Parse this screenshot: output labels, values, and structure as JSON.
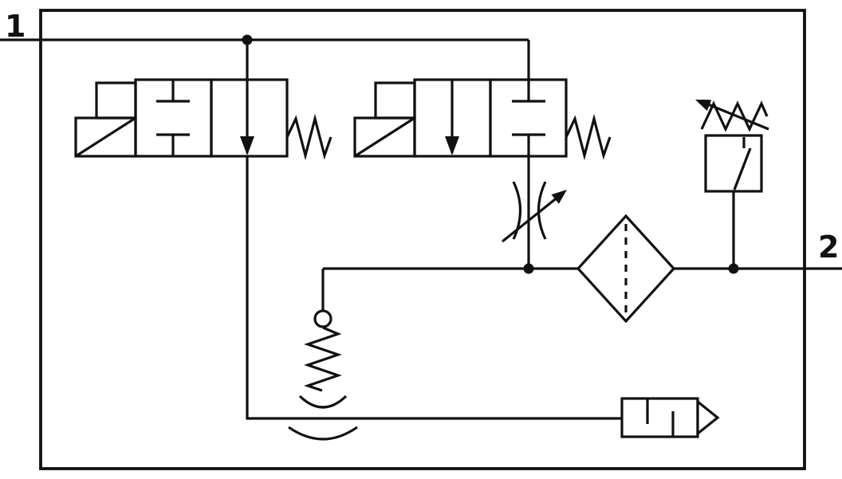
{
  "ports": [
    {
      "label": "1"
    },
    {
      "label": "2"
    }
  ],
  "colors": {
    "line": "#111111",
    "bg": "#ffffff"
  },
  "components": [
    "solenoid-pilot-valve-left",
    "solenoid-pilot-valve-right",
    "flow-control-valve",
    "filter",
    "pressure-switch",
    "check-valve",
    "silencer"
  ]
}
